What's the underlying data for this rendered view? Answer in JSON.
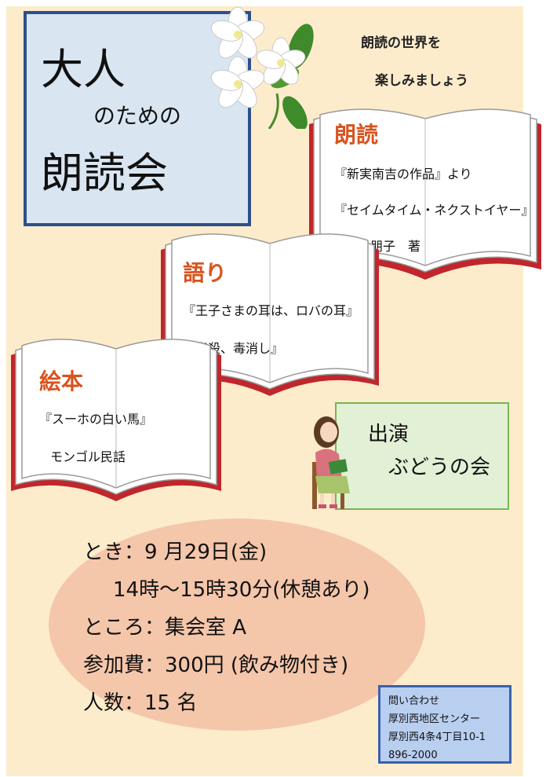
{
  "title": {
    "line1": "大人",
    "line2": "のための",
    "line3": "朗読会"
  },
  "tagline": {
    "line1": "朗読の世界を",
    "line2": "楽しみましょう"
  },
  "books": [
    {
      "heading": "朗読",
      "lines": [
        "『新実南吉の作品』より",
        "『セイムタイム・ネクストイヤー』",
        "加納朋子　著"
      ]
    },
    {
      "heading": "語り",
      "lines": [
        "『王子さまの耳は、ロバの耳』",
        "『毒殺、毒消し』"
      ]
    },
    {
      "heading": "絵本",
      "lines": [
        "『スーホの白い馬』",
        "モンゴル民話"
      ]
    }
  ],
  "performer": {
    "line1": "出演",
    "line2": "ぶどうの会"
  },
  "event": {
    "date": "とき：9 月29日(金)",
    "time": "14時～15時30分(休憩あり)",
    "place": "ところ：集会室 A",
    "fee": "参加費：300円 (飲み物付き)",
    "capacity": "人数：15 名"
  },
  "contact": {
    "label": "問い合わせ",
    "org": "厚別西地区センター",
    "address": "厚別西4条4丁目10-1",
    "phone": "896-2000"
  },
  "colors": {
    "title_border": "#2e4f8c",
    "heading": "#d9531e",
    "book_edge": "#c0262c",
    "ellipse": "#f4c6aa"
  }
}
